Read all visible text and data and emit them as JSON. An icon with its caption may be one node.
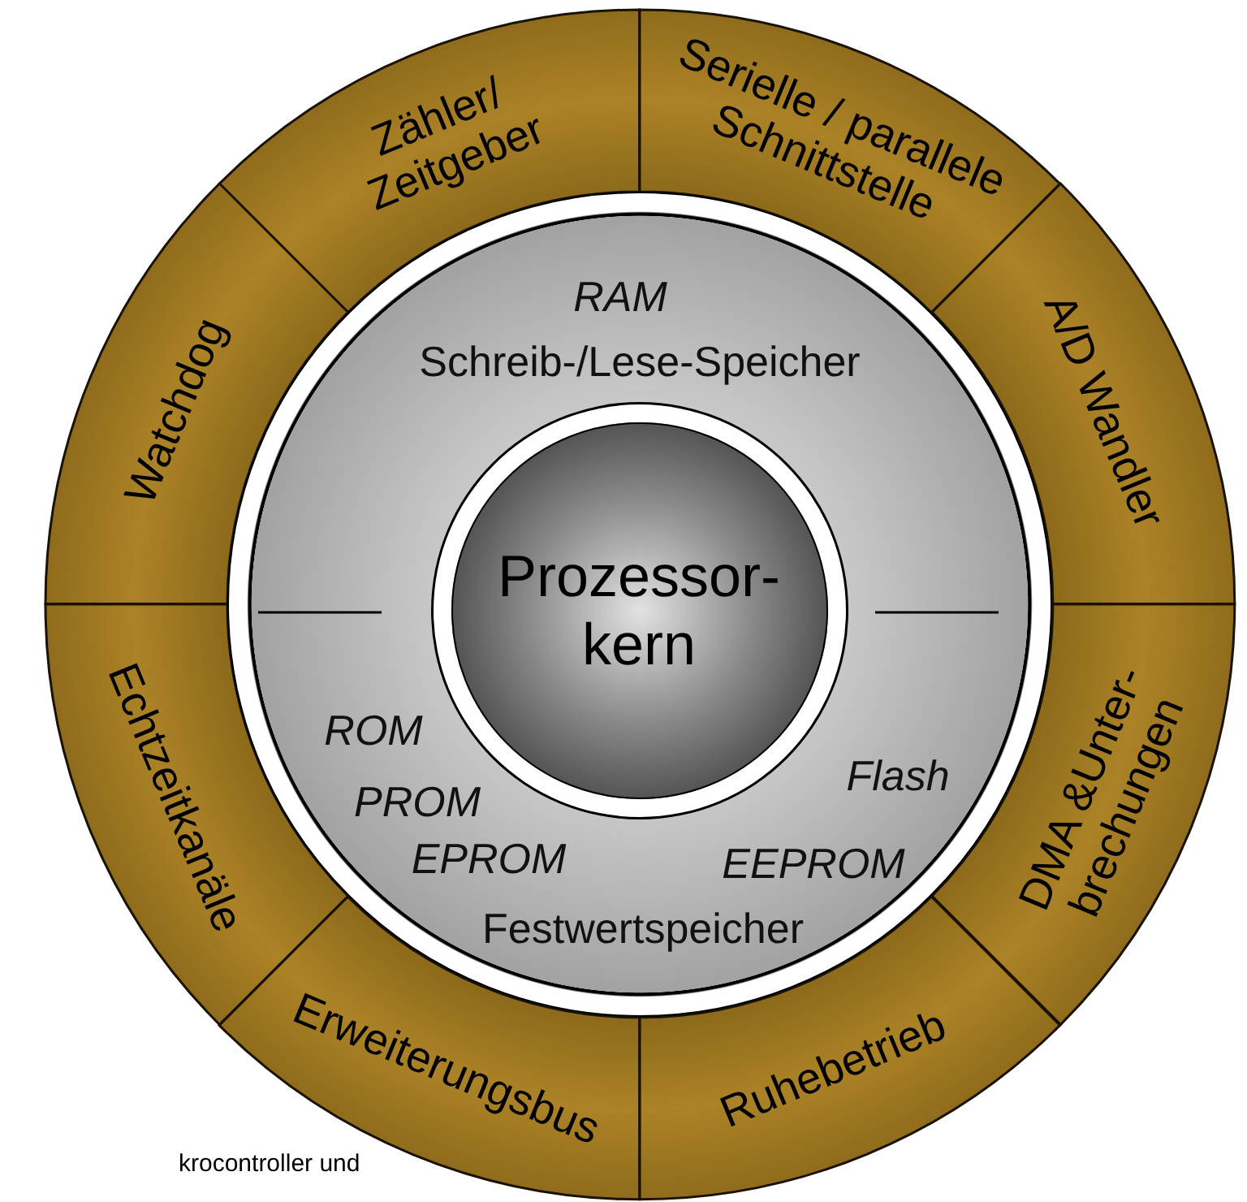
{
  "diagram": {
    "nodes": [
      {
        "text": [
          "Zähler/ Zeitgeber"
        ]
      },
      {
        "text": [
          "Serielle / parallele Schnittstelle"
        ]
      },
      {
        "text": [
          "A/D Wandler"
        ]
      },
      {
        "text": [
          "DMA &Unter- brechungen"
        ]
      },
      {
        "text": [
          "Ruhebetrieb"
        ]
      },
      {
        "text": [
          "Erweiterungsbus"
        ]
      },
      {
        "text": [
          "Echtzeitkanäle"
        ]
      },
      {
        "text": [
          "Watchdog"
        ]
      },
      {
        "text": [
          "RAM",
          "Schreib-/Lese-Speicher",
          "ROM",
          "PROM",
          "EPROM",
          "Flash",
          "EEPROM",
          "Festwertspeicher"
        ]
      },
      {
        "text": [
          "Prozessor- kern"
        ],
        "in": 8
      }
    ],
    "labels": [
      "krocontroller und"
    ]
  }
}
